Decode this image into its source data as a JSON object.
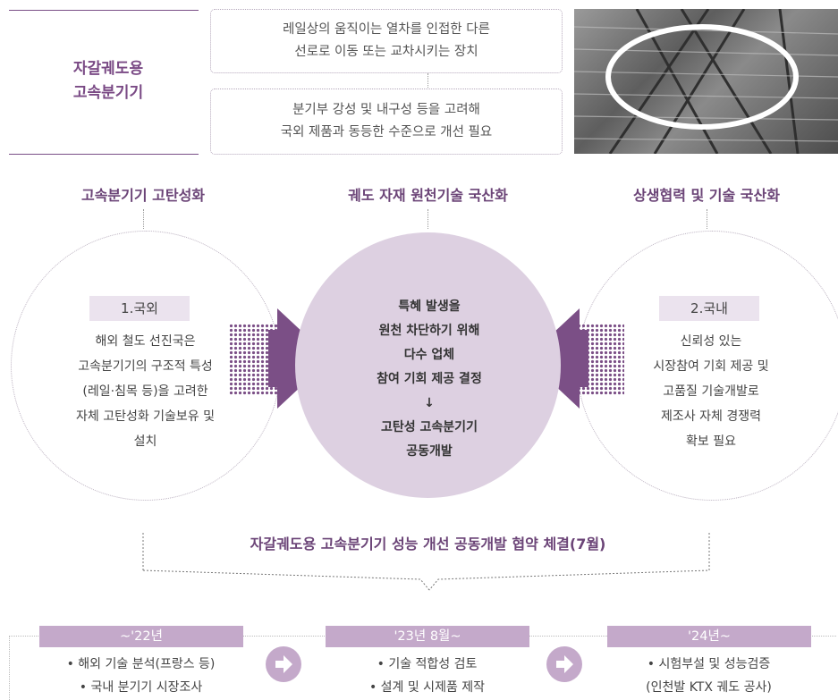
{
  "header": {
    "title_line1": "자갈궤도용",
    "title_line2": "고속분기기",
    "definition_line1": "레일상의 움직이는 열차를 인접한 다른",
    "definition_line2": "선로로 이동 또는 교차시키는 장치",
    "need_line1": "분기부 강성 및 내구성 등을 고려해",
    "need_line2": "국외 제품과 동등한 수준으로 개선 필요"
  },
  "columns": {
    "left_heading": "고속분기기 고탄성화",
    "center_heading": "궤도 자재 원천기술 국산화",
    "right_heading": "상생협력 및 기술 국산화"
  },
  "left_circle": {
    "tag": "1.국외",
    "lines": [
      "해외 철도 선진국은",
      "고속분기기의 구조적 특성",
      "(레일·침목 등)을 고려한",
      "자체 고탄성화 기술보유 및",
      "설치"
    ]
  },
  "center_circle": {
    "lines": [
      "특혜 발생을",
      "원천 차단하기 위해",
      "다수 업체",
      "참여 기회 제공 결정",
      "↓",
      "고탄성 고속분기기",
      "공동개발"
    ]
  },
  "right_circle": {
    "tag": "2.국내",
    "lines": [
      "신뢰성 있는",
      "시장참여 기회 제공 및",
      "고품질 기술개발로",
      "제조사 자체 경쟁력",
      "확보 필요"
    ]
  },
  "agreement": "자갈궤도용 고속분기기 성능 개선 공동개발 협약 체결(7월)",
  "timeline": [
    {
      "label": "~'22년",
      "items": [
        "• 해외 기술 분석(프랑스 등)",
        "• 국내 분기기 시장조사"
      ]
    },
    {
      "label": "'23년 8월~",
      "items": [
        "• 기술 적합성 검토",
        "• 설계 및 시제품 제작"
      ]
    },
    {
      "label": "'24년~",
      "items": [
        "• 시험부설 및 성능검증",
        "(인천발 KTX 궤도 공사)"
      ]
    }
  ],
  "colors": {
    "accent": "#7a4a85",
    "arrow": "#7b4f86",
    "soft": "#ddd0e1",
    "tag": "#c4a9ca"
  },
  "icons": [
    "arrow-right-icon",
    "arrow-left-icon",
    "next-step-icon",
    "railway-switch-photo"
  ]
}
